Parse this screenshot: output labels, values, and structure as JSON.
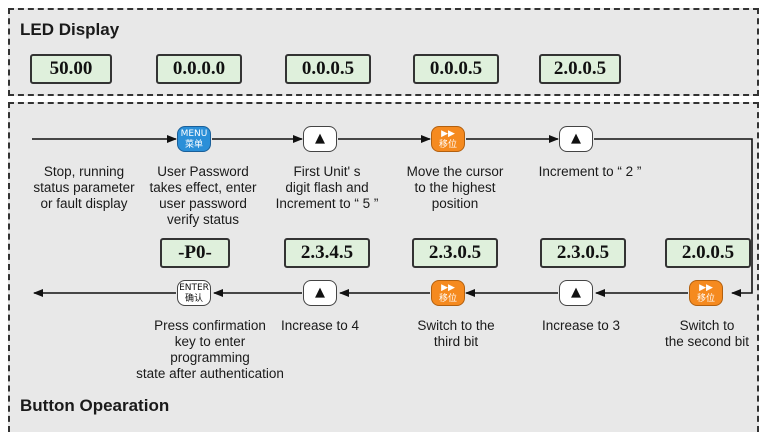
{
  "led_section": {
    "title": "LED Display",
    "values": [
      "50.00",
      "0.0.0.0",
      "0.0.0.5",
      "0.0.0.5",
      "2.0.0.5"
    ]
  },
  "flow_row1": {
    "buttons": [
      {
        "icon": "menu-button-icon",
        "top": "MENU",
        "bottom": "菜单"
      },
      {
        "icon": "up-arrow-icon",
        "symbol": "▲"
      },
      {
        "icon": "shift-button-icon",
        "top": "▶▶",
        "bottom": "移位"
      },
      {
        "icon": "up-arrow-icon",
        "symbol": "▲"
      }
    ],
    "captions": [
      "Stop, running\nstatus parameter\nor fault display",
      "User Password\ntakes effect, enter\nuser password\nverify status",
      "First Unit' s\ndigit flash and\nIncrement to “ 5 ”",
      "Move the cursor\nto the highest\nposition",
      "Increment to “ 2 ”"
    ]
  },
  "flow_row2": {
    "values": [
      "-P0-",
      "2.3.4.5",
      "2.3.0.5",
      "2.3.0.5",
      "2.0.0.5"
    ],
    "buttons": [
      {
        "icon": "enter-button-icon",
        "top": "ENTER",
        "bottom": "确认"
      },
      {
        "icon": "up-arrow-icon",
        "symbol": "▲"
      },
      {
        "icon": "shift-button-icon",
        "top": "▶▶",
        "bottom": "移位"
      },
      {
        "icon": "up-arrow-icon",
        "symbol": "▲"
      },
      {
        "icon": "shift-button-icon",
        "top": "▶▶",
        "bottom": "移位"
      }
    ],
    "captions": [
      "Press confirmation\nkey to enter\nprogramming\nstate after authentication",
      "Increase to 4",
      "Switch to the\nthird bit",
      "Increase to 3",
      "Switch to\nthe second bit"
    ]
  },
  "button_section": {
    "title": "Button Opearation"
  },
  "colors": {
    "panel_bg": "#e8e8e8",
    "lcd_bg": "#dff0dc",
    "menu_blue": "#2a8fd8",
    "shift_orange": "#f58a1f"
  }
}
